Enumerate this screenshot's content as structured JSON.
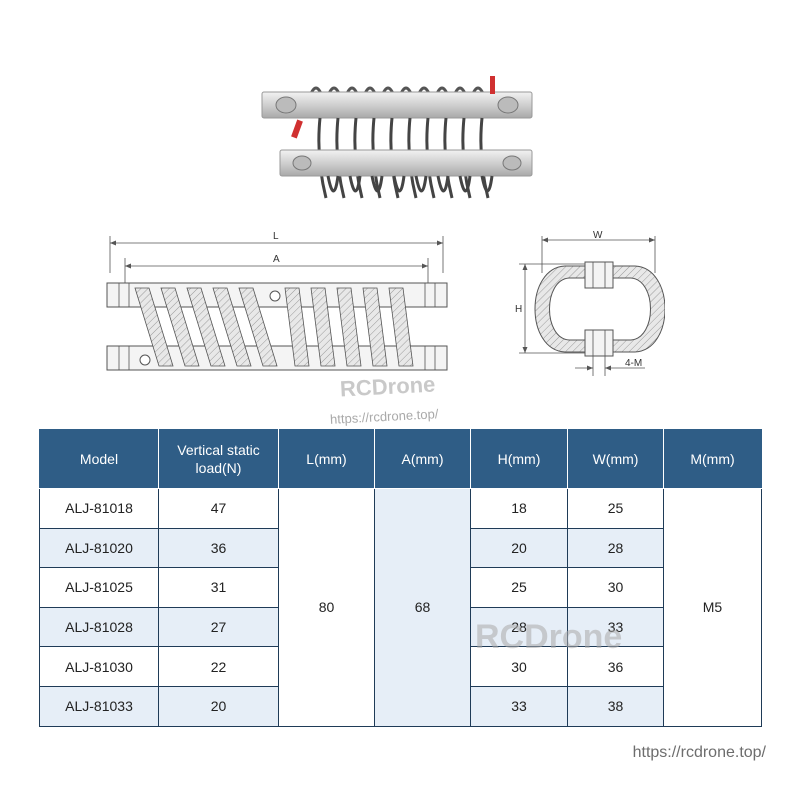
{
  "watermark": {
    "logo": "RCDrone",
    "url": "https://rcdrone.top/",
    "table_logo": "RCDrone"
  },
  "drawing": {
    "front_labels": {
      "L": "L",
      "A": "A"
    },
    "side_labels": {
      "W": "W",
      "H": "H",
      "M": "4-M"
    }
  },
  "table": {
    "headers": [
      "Model",
      "Vertical static load(N)",
      "L(mm)",
      "A(mm)",
      "H(mm)",
      "W(mm)",
      "M(mm)"
    ],
    "merged": {
      "L": "80",
      "A": "68",
      "M": "M5"
    },
    "rows": [
      {
        "model": "ALJ-81018",
        "load": "47",
        "h": "18",
        "w": "25"
      },
      {
        "model": "ALJ-81020",
        "load": "36",
        "h": "20",
        "w": "28"
      },
      {
        "model": "ALJ-81025",
        "load": "31",
        "h": "25",
        "w": "30"
      },
      {
        "model": "ALJ-81028",
        "load": "27",
        "h": "28",
        "w": "33"
      },
      {
        "model": "ALJ-81030",
        "load": "22",
        "h": "30",
        "w": "36"
      },
      {
        "model": "ALJ-81033",
        "load": "20",
        "h": "33",
        "w": "38"
      }
    ]
  },
  "footer": {
    "url": "https://rcdrone.top/"
  }
}
